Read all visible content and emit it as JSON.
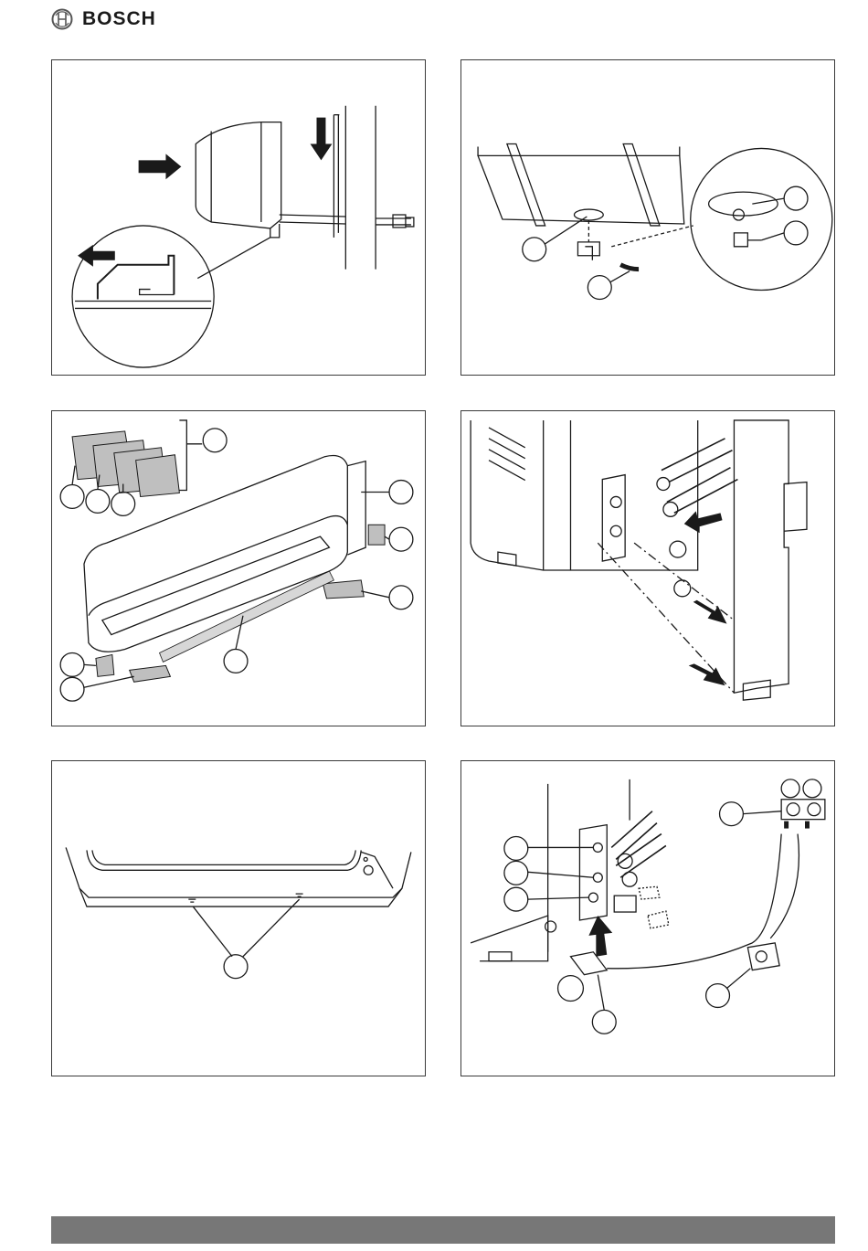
{
  "header": {
    "brand": "BOSCH"
  },
  "colors": {
    "frame": "#3a3a3a",
    "footer_bar": "#777777",
    "line": "#1a1a1a",
    "shade": "#bfbfbf"
  },
  "figures": [
    {
      "id": "fig-1",
      "icon": "indoor-unit-hang-on-bracket"
    },
    {
      "id": "fig-2",
      "icon": "outdoor-unit-drain-connector"
    },
    {
      "id": "fig-3",
      "icon": "indoor-unit-protective-labels"
    },
    {
      "id": "fig-4",
      "icon": "outdoor-unit-valve-caps"
    },
    {
      "id": "fig-5",
      "icon": "indoor-unit-underside-markings"
    },
    {
      "id": "fig-6",
      "icon": "manifold-gauge-vacuum-pump"
    }
  ]
}
